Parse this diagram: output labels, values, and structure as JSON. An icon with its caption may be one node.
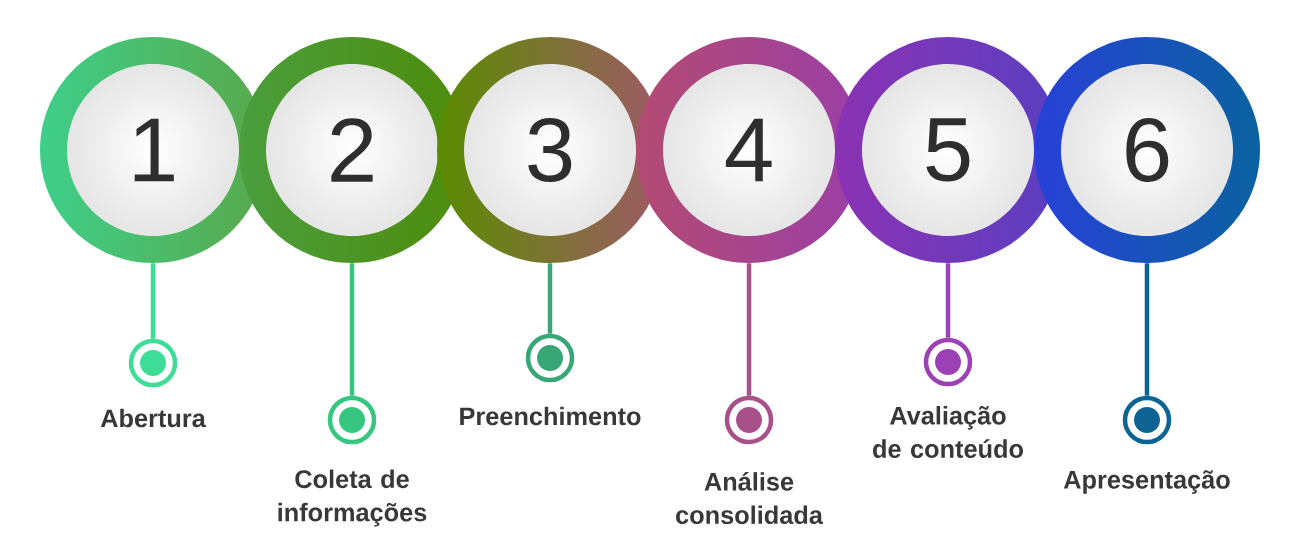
{
  "diagram": {
    "nodes": [
      {
        "text": [
          "1"
        ]
      },
      {
        "text": [
          "2"
        ]
      },
      {
        "text": [
          "3"
        ]
      },
      {
        "text": [
          "4"
        ]
      },
      {
        "text": [
          "5"
        ]
      },
      {
        "text": [
          "6"
        ]
      },
      {
        "text": [],
        "shape": "circle",
        "beside": [
          "Abertura"
        ]
      },
      {
        "text": [],
        "shape": "circle",
        "beside": [
          "Coleta de informações"
        ]
      },
      {
        "text": [],
        "shape": "circle",
        "beside": [
          "Preenchimento"
        ]
      },
      {
        "text": [],
        "shape": "circle",
        "beside": [
          "Análise consolidada"
        ]
      },
      {
        "text": [],
        "shape": "circle",
        "beside": [
          "Avaliação de conteúdo"
        ]
      },
      {
        "text": [],
        "shape": "circle",
        "beside": [
          "Apresentação"
        ]
      }
    ],
    "edges": [
      {
        "from": 0,
        "to": 6,
        "arrow": "none",
        "color": "#3ddc97"
      },
      {
        "from": 1,
        "to": 7,
        "arrow": "none",
        "color": "#35c77f"
      },
      {
        "from": 2,
        "to": 8,
        "arrow": "none",
        "color": "#38a676"
      },
      {
        "from": 3,
        "to": 9,
        "arrow": "none",
        "color": "#a8508a"
      },
      {
        "from": 4,
        "to": 10,
        "arrow": "none",
        "color": "#9b40b5"
      },
      {
        "from": 5,
        "to": 11,
        "arrow": "none",
        "color": "#0d6494"
      }
    ]
  }
}
